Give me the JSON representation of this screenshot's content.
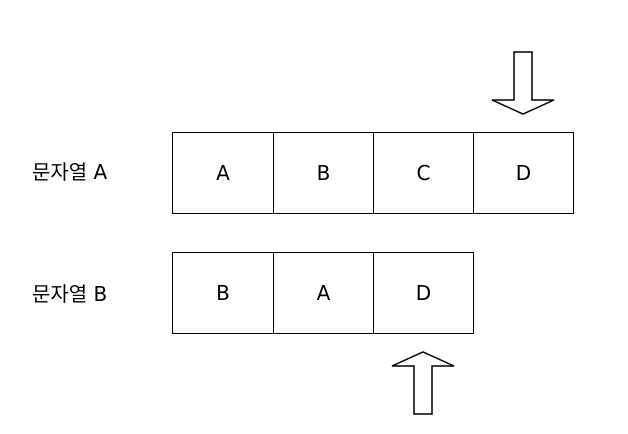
{
  "rows": [
    {
      "label": "문자열 A",
      "cells": [
        "A",
        "B",
        "C",
        "D"
      ]
    },
    {
      "label": "문자열 B",
      "cells": [
        "B",
        "A",
        "D"
      ]
    }
  ],
  "pointers": [
    {
      "name": "down-arrow-icon",
      "direction": "down",
      "points_at_row": 0,
      "points_at_cell": 3
    },
    {
      "name": "up-arrow-icon",
      "direction": "up",
      "points_at_row": 1,
      "points_at_cell": 2
    }
  ]
}
